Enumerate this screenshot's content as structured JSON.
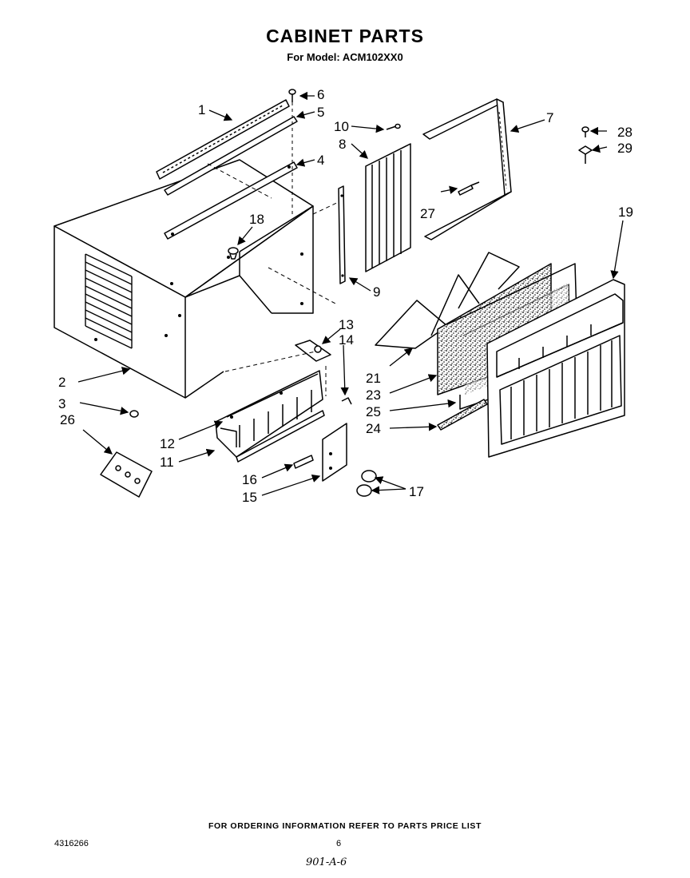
{
  "header": {
    "title": "CABINET PARTS",
    "subtitle": "For Model: ACM102XX0"
  },
  "callouts": {
    "c1": "1",
    "c2": "2",
    "c3": "3",
    "c4": "4",
    "c5": "5",
    "c6": "6",
    "c7": "7",
    "c8": "8",
    "c9": "9",
    "c10": "10",
    "c11": "11",
    "c12": "12",
    "c13": "13",
    "c14": "14",
    "c15": "15",
    "c16": "16",
    "c17": "17",
    "c18": "18",
    "c19": "19",
    "c21": "21",
    "c23": "23",
    "c24": "24",
    "c25": "25",
    "c26": "26",
    "c27": "27",
    "c28": "28",
    "c29": "29"
  },
  "footer": {
    "ordering_note": "FOR ORDERING INFORMATION REFER TO PARTS PRICE LIST",
    "document_number": "4316266",
    "page_number": "6",
    "handwritten_note": "901-A-6"
  }
}
